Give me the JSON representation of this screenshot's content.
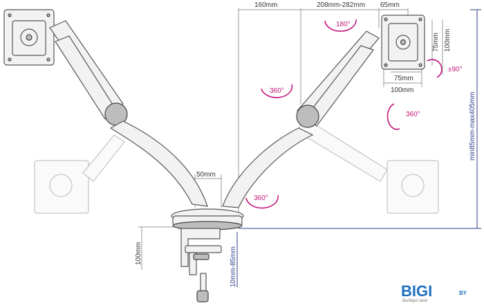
{
  "dimensions": {
    "top_left": "160mm",
    "top_middle": "208mm-282mm",
    "top_right": "65mm",
    "vesa_height_inner": "75mm",
    "vesa_height_outer": "100mm",
    "vesa_width_inner": "75mm",
    "vesa_width_outer": "100mm",
    "height_range": "min85mm-max405mm",
    "clamp_height": "100mm",
    "desk_thickness": "10mm-85mm",
    "pole_gap": "50mm"
  },
  "rotations": {
    "tilt": "±90°",
    "rotate_top": "180°",
    "swivel_arm_upper": "360°",
    "swivel_right": "360°",
    "swivel_arm_lower": "360°"
  },
  "brand": {
    "name": "BIGI",
    "suffix": "BY",
    "tagline": "Выбери своё"
  },
  "colors": {
    "rotation_marker": "#c2187a",
    "dimension_line": "#2c3e8a",
    "brand": "#1d6fc0"
  }
}
